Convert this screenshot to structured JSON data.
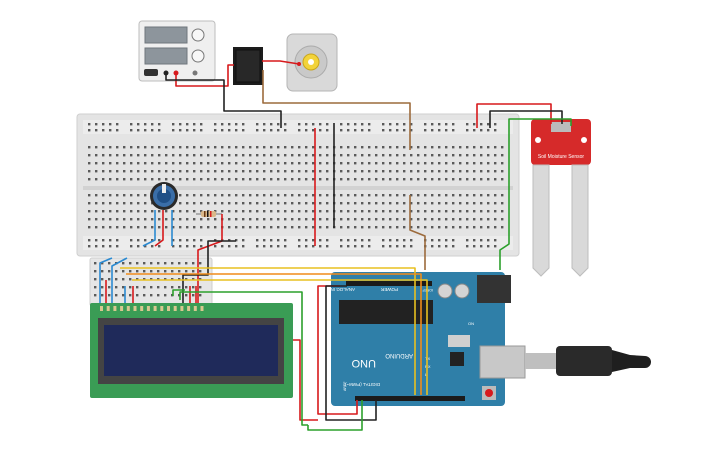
{
  "arduino": {
    "model": "UNO",
    "brand": "ARDUINO",
    "header_digital": "DIGITAL (PWM~)",
    "header_power": "POWER",
    "header_analog": "ANALOG IN",
    "pin_tx": "TX",
    "pin_rx": "RX",
    "pin_l": "L",
    "pin_on": "ON",
    "ioref": "IOREF",
    "aref": "AREF"
  },
  "soil_sensor": {
    "label": "Soil Moisture Sensor"
  },
  "colors": {
    "wire_red": "#d7191c",
    "wire_black": "#222222",
    "wire_brown": "#9c6b3c",
    "wire_green": "#2ca02c",
    "wire_yellow": "#e8c021",
    "wire_orange": "#f08c1a",
    "wire_blue": "#2b8ad1",
    "board_blue": "#2f7fa8",
    "lcd_green": "#3a9c55",
    "sensor_red": "#d62a2a",
    "breadboard": "#e4e4e4"
  }
}
